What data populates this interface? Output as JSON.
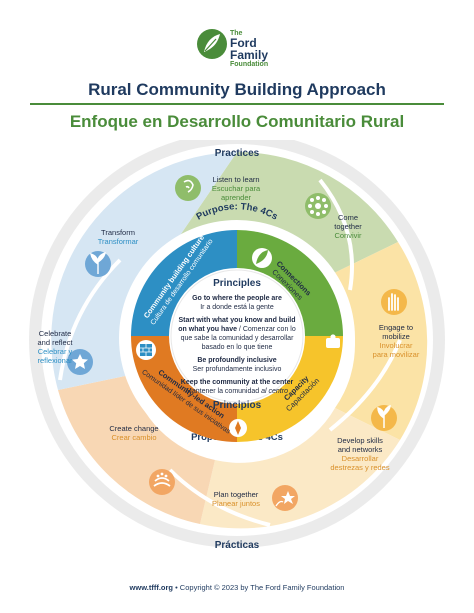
{
  "logo": {
    "line1": "The",
    "line2": "Ford",
    "line3": "Family",
    "line4": "Foundation"
  },
  "title_en": "Rural Community Building Approach",
  "title_es": "Enfoque en Desarrollo Comunitario Rural",
  "ring_labels": {
    "practices": "Practices",
    "practicas": "Prácticas",
    "purpose": "Purpose: The 4Cs",
    "propositos": "Propósitos: Las 4Cs"
  },
  "practices": [
    {
      "en": "Listen to learn",
      "es1": "Escuchar para",
      "es2": "aprender",
      "icon": "ear-icon"
    },
    {
      "en": "Come",
      "en2": "together",
      "es1": "Convivir",
      "icon": "circle-people-icon"
    },
    {
      "en": "Engage to",
      "en2": "mobilize",
      "es1": "Involucrar",
      "es2": "para movilizar",
      "icon": "raised-hand-icon"
    },
    {
      "en": "Develop skills",
      "en2": "and networks",
      "es1": "Desarrollar",
      "es2": "destrezas y redes",
      "icon": "sprout-icon"
    },
    {
      "en": "Plan together",
      "es1": "Planear juntos",
      "icon": "star-path-icon"
    },
    {
      "en": "Create change",
      "es1": "Crear cambio",
      "icon": "hands-icon"
    },
    {
      "en": "Celebrate",
      "en2": "and reflect",
      "es1": "Celebrar y",
      "es2": "reflexionar",
      "icon": "star-icon"
    },
    {
      "en": "Transform",
      "es1": "Transformar",
      "icon": "plant-icon"
    }
  ],
  "purposes": [
    {
      "en": "Community building culture",
      "es": "Cultura de desarrollo comunitario",
      "icon": "bricks-icon",
      "color": "#2d8fc4"
    },
    {
      "en": "Connections",
      "es": "Conexiones",
      "icon": "leaf-icon",
      "color": "#6aab3f"
    },
    {
      "en": "Capacity",
      "es": "Capacitación",
      "icon": "puzzle-icon",
      "color": "#f6c42b"
    },
    {
      "en": "Community-led action",
      "es": "Comunidad líder de sus iniciativas",
      "icon": "compass-icon",
      "color": "#e07a22"
    }
  ],
  "principles": {
    "title_en": "Principles",
    "title_es": "Principios",
    "items": [
      {
        "en": "Go to where the people are",
        "es": "Ir a donde está la gente"
      },
      {
        "en1": "Start with what you know and build",
        "en2": "on what you have",
        "es_inline": " / Comenzar con lo",
        "es2": "que sabe la comunidad y desarrollar",
        "es3": "basado en lo que tiene"
      },
      {
        "en": "Be profoundly inclusive",
        "es": "Ser profundamente inclusivo"
      },
      {
        "en": "Keep the community at the center",
        "es_pre": "Mantener la comunidad ",
        "es_italic": "al centro"
      }
    ]
  },
  "footer": {
    "url": "www.tfff.org",
    "copyright": " • Copyright © 2023 by The Ford Family Foundation"
  },
  "colors": {
    "navy": "#1f3a5f",
    "green": "#4a8c3a",
    "sage": "#c9dbb0",
    "sand": "#fbe3a6",
    "peach": "#f8c89a",
    "outer_gray": "#ebebeb"
  }
}
